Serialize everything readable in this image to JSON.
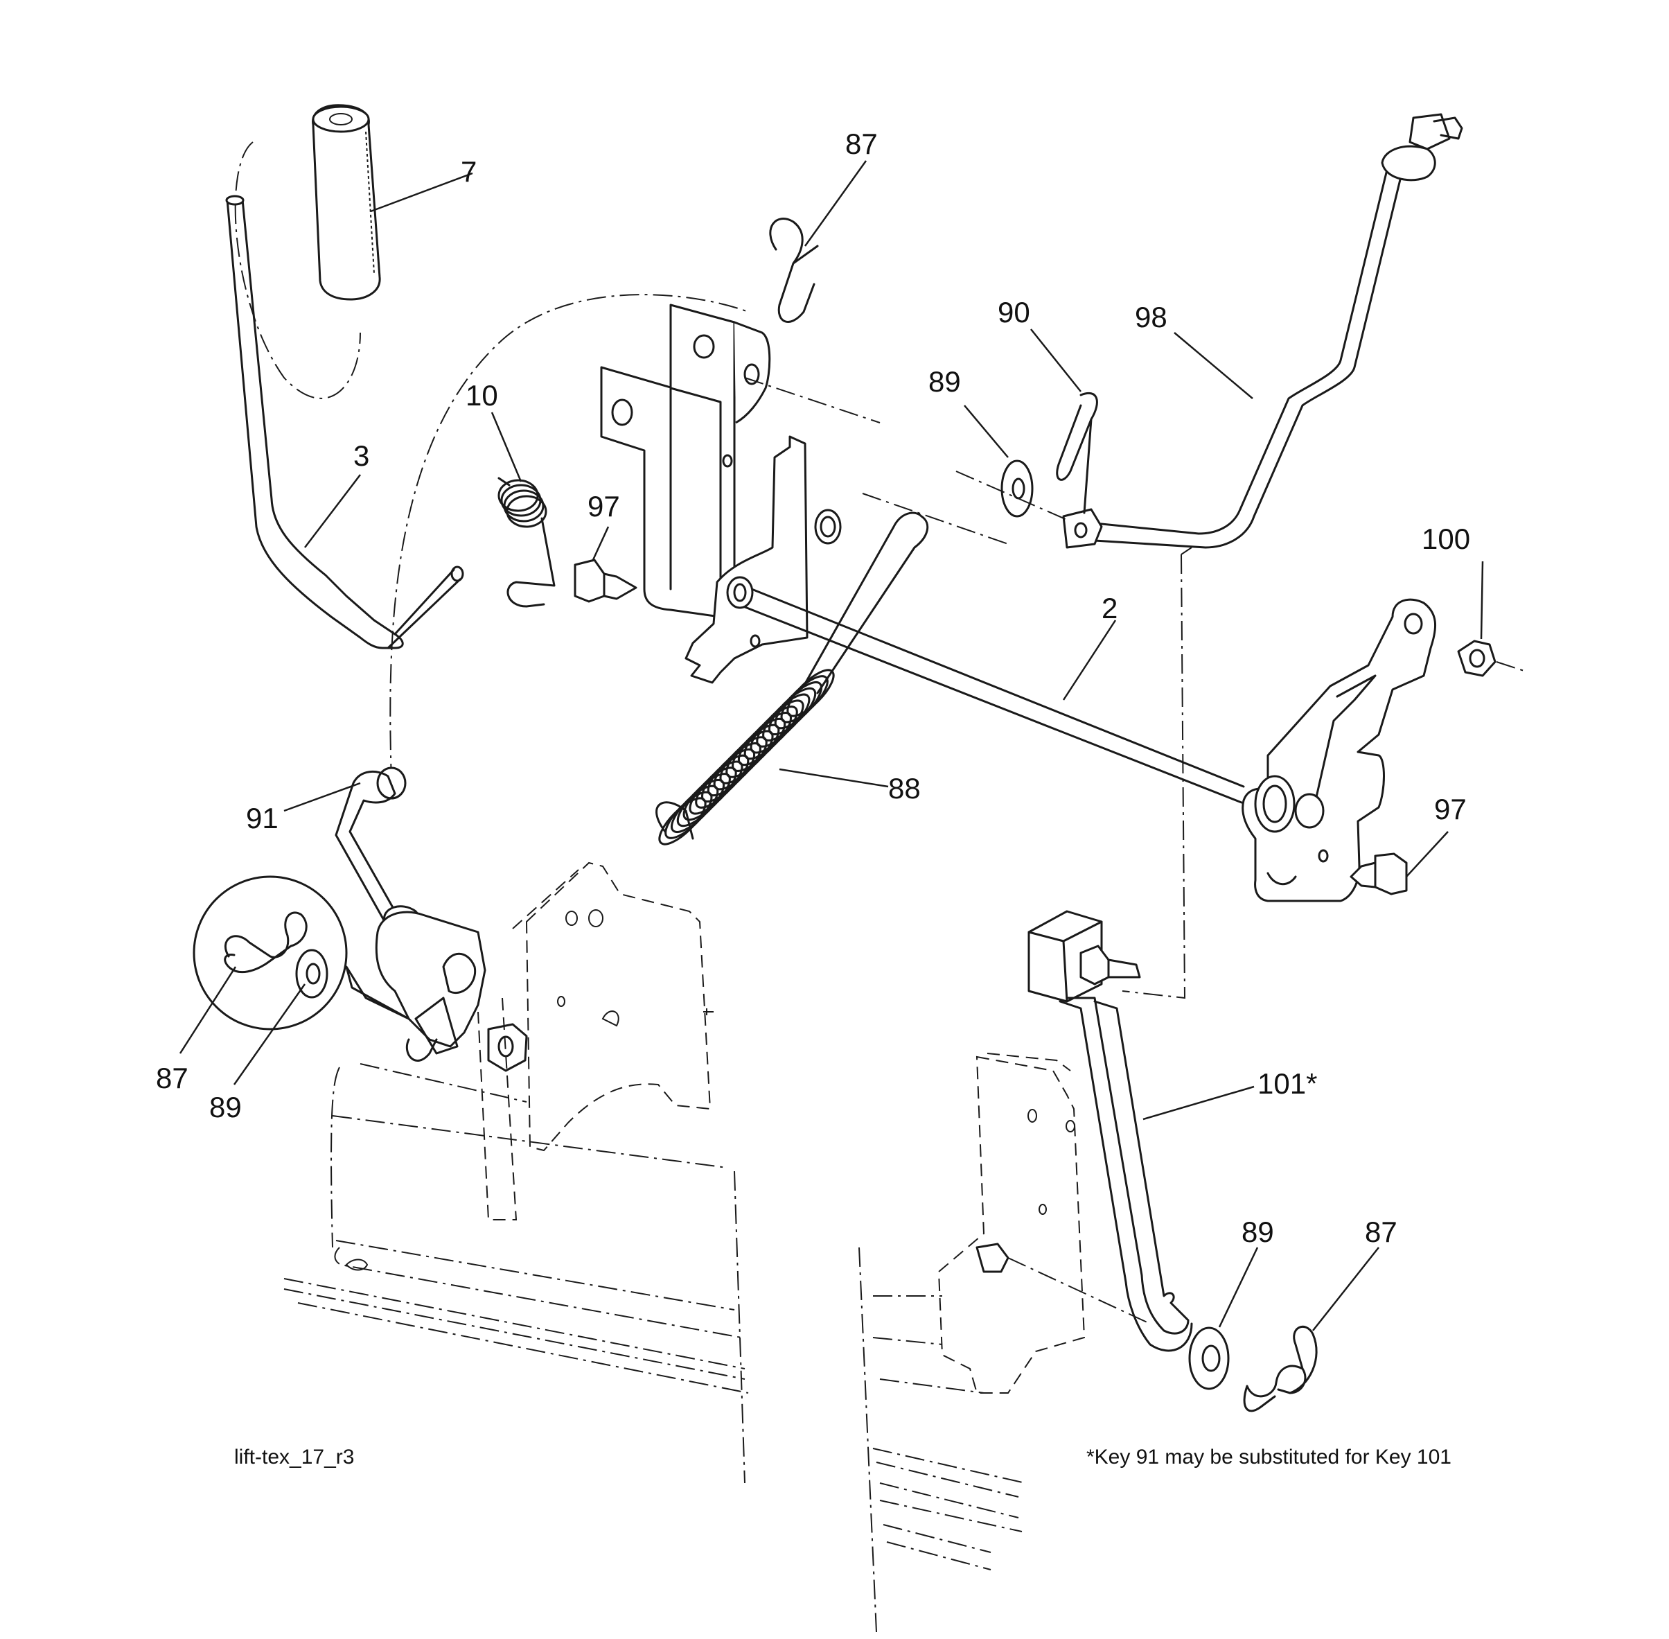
{
  "callouts": {
    "c7": "7",
    "c87_top": "87",
    "c90": "90",
    "c98": "98",
    "c89_top": "89",
    "c10": "10",
    "c3": "3",
    "c97_left": "97",
    "c100": "100",
    "c2": "2",
    "c88": "88",
    "c91": "91",
    "c97_right": "97",
    "c87_inset": "87",
    "c89_inset": "89",
    "c101": "101*",
    "c89_bottom": "89",
    "c87_bottom": "87"
  },
  "captions": {
    "drawing_id": "lift-tex_17_r3",
    "footnote": "*Key 91 may be substituted for Key 101"
  }
}
